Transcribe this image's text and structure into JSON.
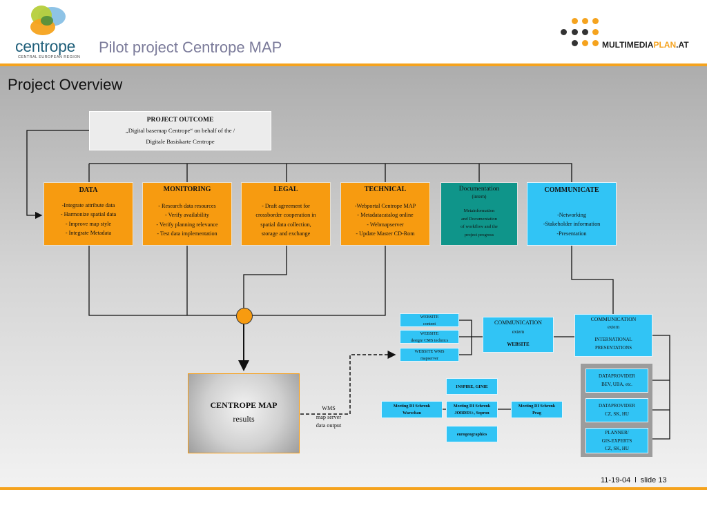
{
  "header": {
    "title": "Pilot project Centrope MAP",
    "logo_text": "centrope",
    "logo_subtitle": "CENTRAL EUROPEAN REGION",
    "partner_logo": {
      "prefix": "MULTIMEDIA",
      "highlight": "PLAN",
      "suffix": ".AT"
    }
  },
  "slide": {
    "subtitle": "Project Overview",
    "date": "11-19-04",
    "separator": "l",
    "page": "slide 13"
  },
  "colors": {
    "accent": "#f5a31e",
    "orange": "#f79b10",
    "teal": "#0f958a",
    "cyan": "#31c4f5",
    "title": "#7b7b9a"
  },
  "diagram": {
    "outcome": {
      "heading": "PROJECT OUTCOME",
      "lines": [
        "„Digital basemap Centrope“ on behalf of the /",
        "Digitale Basiskarte Centrope"
      ]
    },
    "workpackages": [
      {
        "heading": "DATA",
        "lines": [
          "-Integrate attribute data",
          "- Harmonize spatial data",
          "- Improve map style",
          "- Integrate Metadata"
        ]
      },
      {
        "heading": "MONITORING",
        "lines": [
          "- Research data resources",
          "- Verify availability",
          "- Verify planning relevance",
          "- Test data implementation"
        ]
      },
      {
        "heading": "LEGAL",
        "lines": [
          "- Draft agreement for",
          "crossborder cooperation in",
          "spatial data collection,",
          "storage and exchange"
        ]
      },
      {
        "heading": "TECHNICAL",
        "lines": [
          "-Webportal Centrope MAP",
          "- Metadatacatalog online",
          "- Webmapserver",
          "- Update Master CD-Rom"
        ]
      },
      {
        "heading": "Documentation",
        "note": "(intern)",
        "lines": [
          "Metainformation",
          "and Documentation",
          "of workflow and the",
          "project progress"
        ]
      },
      {
        "heading": "COMMUNICATE",
        "lines": [
          "-Networking",
          "-Stakeholder information",
          "-Presentation"
        ]
      }
    ],
    "result": {
      "line1": "CENTROPE MAP",
      "line2": "results"
    },
    "wms": [
      "WMS",
      "map server",
      "data output"
    ],
    "website_items": [
      {
        "lines": [
          "WEBSITE",
          "content"
        ]
      },
      {
        "lines": [
          "WEBSITE",
          "design/ CMS technics"
        ]
      },
      {
        "lines": [
          "WEBSITE WMS",
          "mapserver"
        ]
      }
    ],
    "comm_website": {
      "lines": [
        "COMMUNICATION",
        "extern"
      ],
      "bold": "WEBSITE"
    },
    "comm_intl": {
      "lines": [
        "COMMUNICATION",
        "extern"
      ],
      "lines2": [
        "INTERNATIONAL",
        "PRESENTATIONS"
      ]
    },
    "meetings": [
      {
        "lines": [
          "INSPIRE, GINIE"
        ]
      },
      {
        "lines": [
          "Meeting DI Schrenk",
          "Warschau"
        ]
      },
      {
        "lines": [
          "Meeting DI Schrenk",
          "JORDES+, Sopron"
        ]
      },
      {
        "lines": [
          "Meeting DI Schrenk",
          "Prag"
        ]
      },
      {
        "lines": [
          "eurogeographics"
        ]
      }
    ],
    "dataproviders": [
      {
        "lines": [
          "DATAPROVIDER",
          "BEV, UBA, etc."
        ]
      },
      {
        "lines": [
          "DATAPROVIDER",
          "CZ, SK, HU"
        ]
      },
      {
        "lines": [
          "PLANNER/",
          "GIS-EXPERTS",
          "CZ, SK, HU"
        ]
      }
    ]
  }
}
